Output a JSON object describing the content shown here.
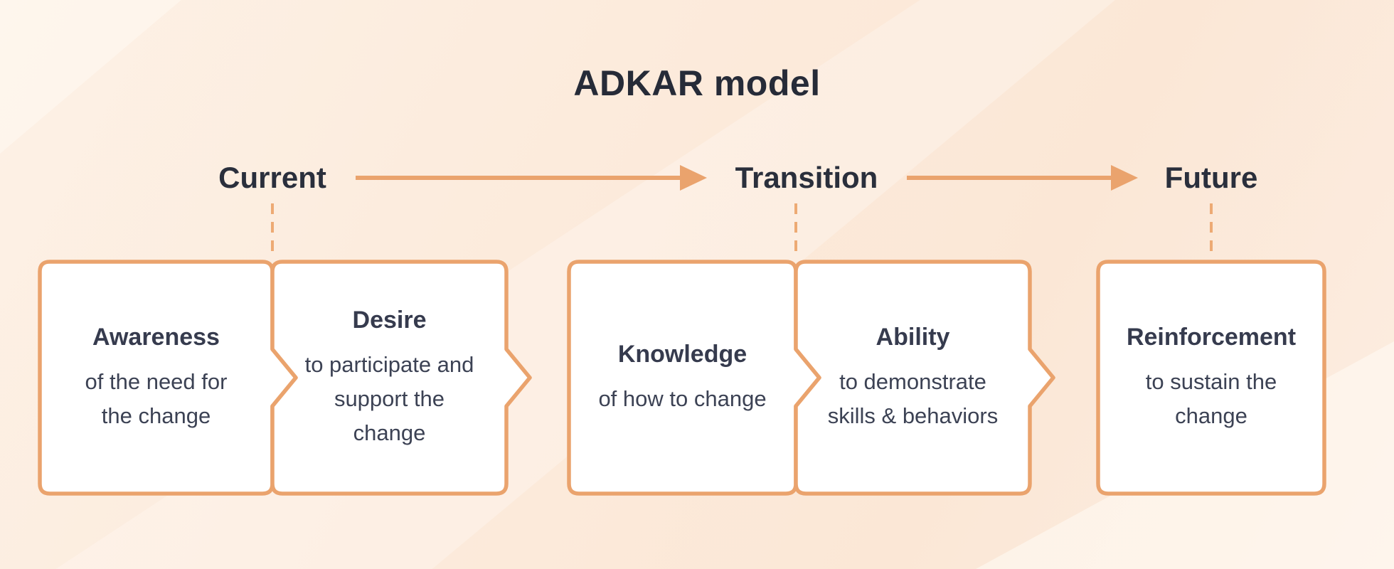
{
  "title": "ADKAR model",
  "phases": [
    {
      "label": "Current"
    },
    {
      "label": "Transition"
    },
    {
      "label": "Future"
    }
  ],
  "boxes": [
    {
      "title": "Awareness",
      "description": "of the need for the change",
      "lines": [
        "of the need for",
        "the change"
      ]
    },
    {
      "title": "Desire",
      "description": "to participate and support the change",
      "lines": [
        "to participate and",
        "support the",
        "change"
      ]
    },
    {
      "title": "Knowledge",
      "description": "of how to change",
      "lines": [
        "of how to change"
      ]
    },
    {
      "title": "Ability",
      "description": "to demonstrate skills & behaviors",
      "lines": [
        "to demonstrate",
        "skills & behaviors"
      ]
    },
    {
      "title": "Reinforcement",
      "description": "to sustain the change",
      "lines": [
        "to sustain the",
        "change"
      ]
    }
  ],
  "colors": {
    "accent_orange": "#eaa36d",
    "background_peach": "#fcebdc",
    "heading_text": "#262b38",
    "body_text": "#3c4254",
    "box_fill": "#ffffff"
  }
}
